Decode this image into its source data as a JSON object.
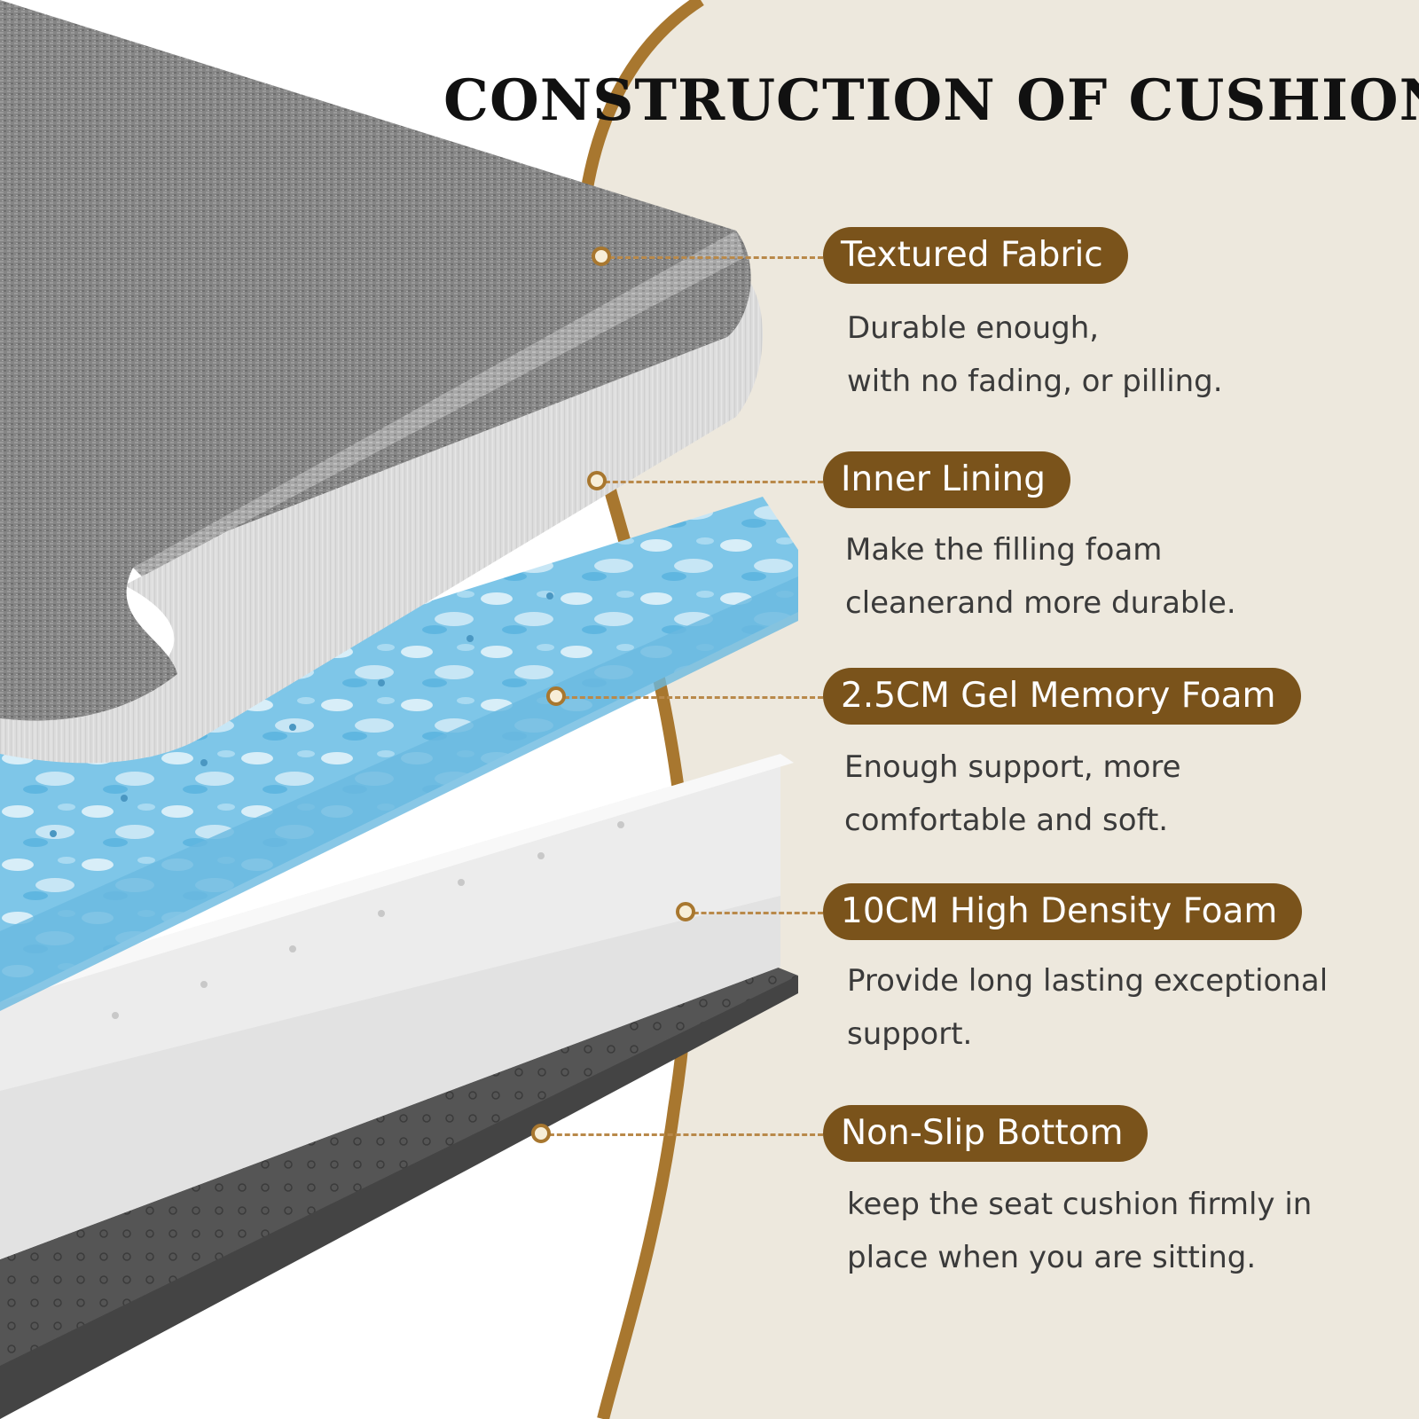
{
  "title": "CONSTRUCTION OF CUSHION",
  "colors": {
    "panel": "#ede8dd",
    "accent_brown": "#7a531b",
    "accent_gold": "#a8772f",
    "pill_text": "#ffffff"
  },
  "layers": [
    {
      "name": "Textured Fabric",
      "lines": [
        "Durable enough,",
        "with no fading, or pilling."
      ]
    },
    {
      "name": "Inner Lining",
      "lines": [
        "Make the filling foam",
        "cleanerand more durable."
      ]
    },
    {
      "name": "2.5CM Gel Memory Foam",
      "lines": [
        "Enough support, more",
        "comfortable and soft."
      ]
    },
    {
      "name": "10CM High Density Foam",
      "lines": [
        "Provide long lasting exceptional",
        "support."
      ]
    },
    {
      "name": "Non-Slip Bottom",
      "lines": [
        "keep the seat cushion firmly in",
        "place when you are sitting."
      ]
    }
  ]
}
